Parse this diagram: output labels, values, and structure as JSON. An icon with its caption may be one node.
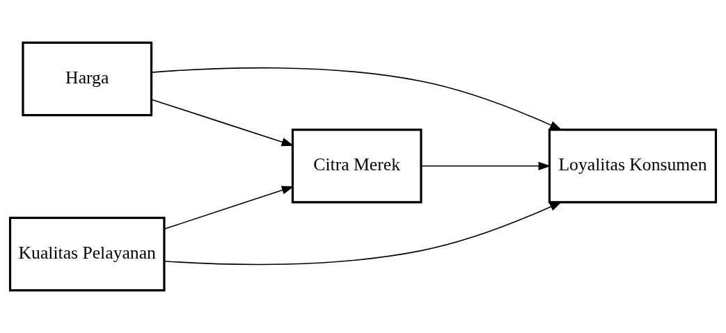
{
  "diagram": {
    "nodes": [
      {
        "text": [
          "Harga"
        ]
      },
      {
        "text": [
          "Citra Merek"
        ]
      },
      {
        "text": [
          "Loyalitas Konsumen"
        ]
      },
      {
        "text": [
          "Kualitas Pelayanan"
        ]
      }
    ],
    "edges": [
      {
        "from": 0,
        "to": 1,
        "arrow": "to"
      },
      {
        "from": 0,
        "to": 2,
        "arrow": "to"
      },
      {
        "from": 1,
        "to": 2,
        "arrow": "to"
      },
      {
        "from": 3,
        "to": 1,
        "arrow": "to"
      },
      {
        "from": 3,
        "to": 2,
        "arrow": "to"
      }
    ]
  }
}
